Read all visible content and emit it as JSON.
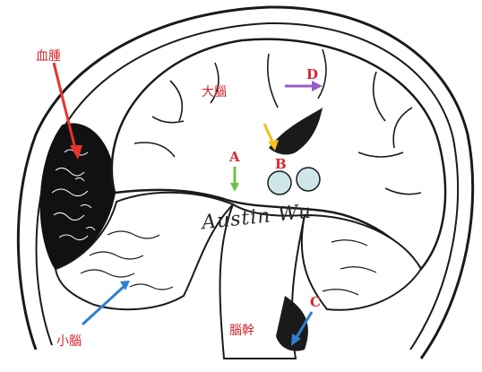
{
  "labels": {
    "hematoma": "血腫",
    "cerebrum": "大腦",
    "cerebellum": "小腦",
    "brainstem": "腦幹",
    "a": "A",
    "b": "B",
    "c": "C",
    "d": "D"
  },
  "signature": "Austin Wu",
  "colors": {
    "label": "#d8262e",
    "arrow_hematoma": "#e8332c",
    "arrow_a": "#6fbf4a",
    "arrow_b": "#f2c21a",
    "arrow_c": "#2f7fd0",
    "arrow_d": "#9a5cc6",
    "arrow_cerebellum": "#2f7fd0",
    "ink": "#1a1a1a"
  }
}
